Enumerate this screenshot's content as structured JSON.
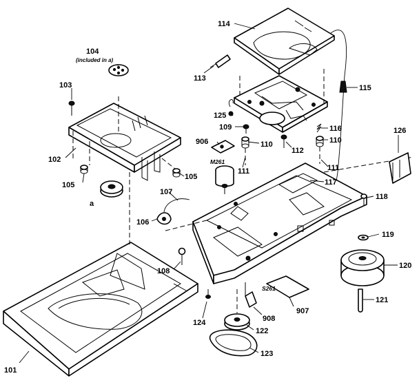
{
  "labels": [
    {
      "id": "101",
      "text": "101"
    },
    {
      "id": "102",
      "text": "102"
    },
    {
      "id": "103",
      "text": "103"
    },
    {
      "id": "104",
      "text": "104"
    },
    {
      "id": "105a",
      "text": "105"
    },
    {
      "id": "105b",
      "text": "105"
    },
    {
      "id": "106",
      "text": "106"
    },
    {
      "id": "107",
      "text": "107"
    },
    {
      "id": "108",
      "text": "108"
    },
    {
      "id": "109",
      "text": "109"
    },
    {
      "id": "110a",
      "text": "110"
    },
    {
      "id": "110b",
      "text": "110"
    },
    {
      "id": "111a",
      "text": "111"
    },
    {
      "id": "111b",
      "text": "111"
    },
    {
      "id": "112",
      "text": "112"
    },
    {
      "id": "113",
      "text": "113"
    },
    {
      "id": "114",
      "text": "114"
    },
    {
      "id": "115",
      "text": "115"
    },
    {
      "id": "116",
      "text": "116"
    },
    {
      "id": "117",
      "text": "117"
    },
    {
      "id": "118",
      "text": "118"
    },
    {
      "id": "119",
      "text": "119"
    },
    {
      "id": "120",
      "text": "120"
    },
    {
      "id": "121",
      "text": "121"
    },
    {
      "id": "122",
      "text": "122"
    },
    {
      "id": "123",
      "text": "123"
    },
    {
      "id": "124",
      "text": "124"
    },
    {
      "id": "125",
      "text": "125"
    },
    {
      "id": "126",
      "text": "126"
    },
    {
      "id": "906",
      "text": "906"
    },
    {
      "id": "907",
      "text": "907"
    },
    {
      "id": "908",
      "text": "908"
    }
  ],
  "annotations": {
    "included_note": "(included in a)",
    "motor_code": "M261",
    "switch_code": "S261",
    "bullet": "a"
  },
  "colors": {
    "ink": "#000000",
    "paper": "#ffffff"
  }
}
